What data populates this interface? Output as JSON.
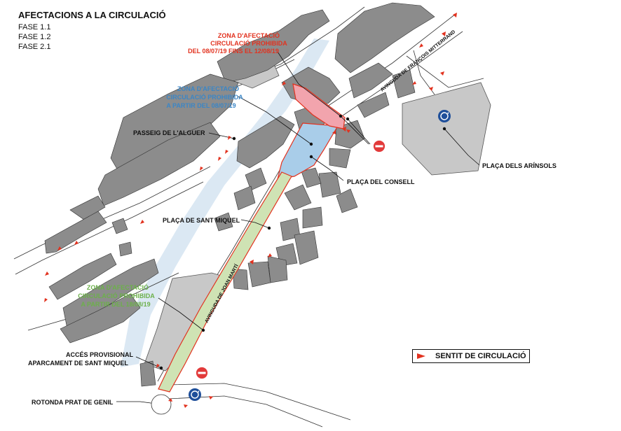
{
  "title": "AFECTACIONS A LA CIRCULACIÓ",
  "phases": [
    "FASE 1.1",
    "FASE 1.2",
    "FASE 2.1"
  ],
  "zones": {
    "red": {
      "line1": "ZONA D'AFECTACIÓ",
      "line2": "CIRCULACIÓ PROHIBIDA",
      "line3": "DEL 08/07/19 FINS EL 12/08/19"
    },
    "blue": {
      "line1": "ZONA D'AFECTACIÓ",
      "line2": "CIRCULACIÓ PROHIBIDA",
      "line3": "A PARTIR DEL 08/07/19"
    },
    "green": {
      "line1": "ZONA D'AFECTACIÓ",
      "line2": "CIRCULACIÓ PROHIBIDA",
      "line3": "A PARTIR DEL 18/08/19"
    }
  },
  "places": {
    "passeig": "PASSEIG DE L'ALGUER",
    "consell": "PLAÇA DEL CONSELL",
    "arinsols": "PLAÇA DELS ARÍNSOLS",
    "sant_miquel": "PLAÇA DE SANT MIQUEL",
    "acces_line1": "ACCÉS PROVISIONAL",
    "acces_line2": "APARCAMENT DE SANT MIQUEL",
    "rotonda": "ROTONDA PRAT DE GENIL"
  },
  "streets": {
    "mitterrand": "AVINGUDA DE FRANÇOIS MITTERRAND",
    "joan_marti": "AVINGUDA DE JOAN MARTÍ"
  },
  "legend": {
    "label": "SENTIT DE CIRCULACIÓ",
    "icon": "red-direction-arrow"
  },
  "colors": {
    "building": "#8c8c8c",
    "square": "#c8c8c8",
    "red_zone": "#f2a4ad",
    "red_outline": "#e2321f",
    "blue_zone": "#a9cde9",
    "green_zone": "#cfe3b4",
    "river": "#dbe8f3",
    "label_red": "#e2321f",
    "label_blue": "#3b86c6",
    "label_green": "#6cb04a",
    "no_entry": "#e23a3a",
    "roundabout": "#1f4f9a"
  }
}
